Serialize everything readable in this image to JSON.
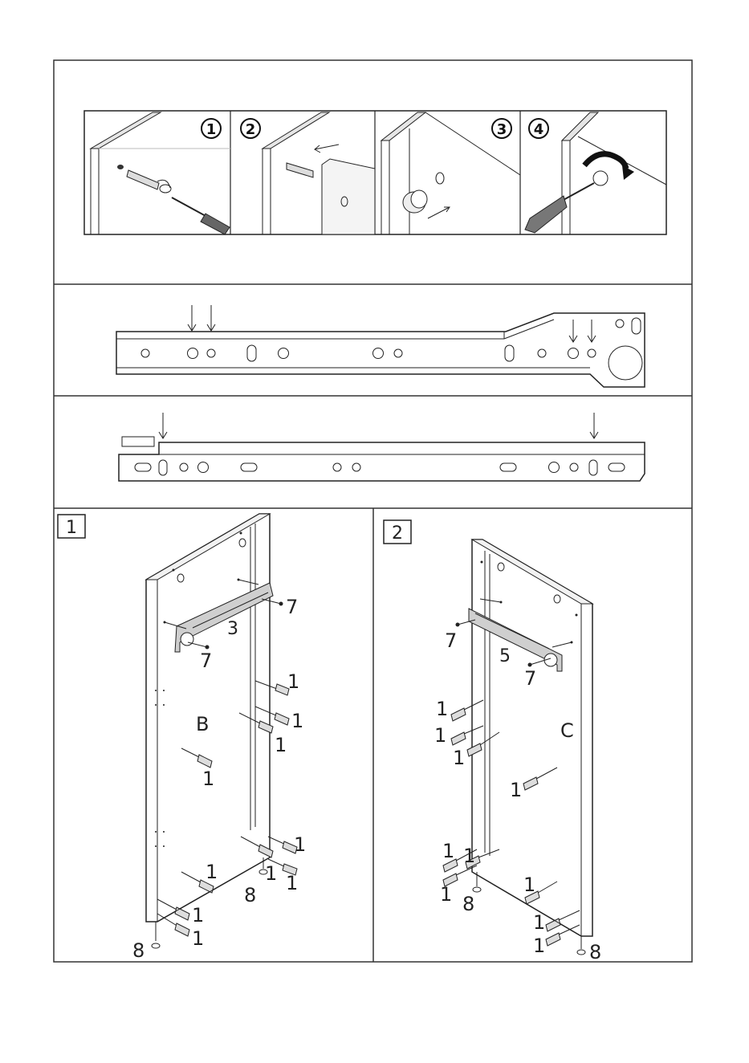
{
  "tutorial_steps": [
    "1",
    "2",
    "3",
    "4"
  ],
  "step_boxes": [
    "1",
    "2"
  ],
  "panels": {
    "b": {
      "label": "B"
    },
    "c": {
      "label": "C"
    }
  },
  "parts": {
    "dowel": "1",
    "drawer_runner_left": "3",
    "drawer_runner_right": "5",
    "screw": "7",
    "foot": "8"
  },
  "colors": {
    "line": "#222222",
    "frame": "#333333",
    "fill_light": "#f2f2f2",
    "fill_mid": "#cfcfcf"
  }
}
